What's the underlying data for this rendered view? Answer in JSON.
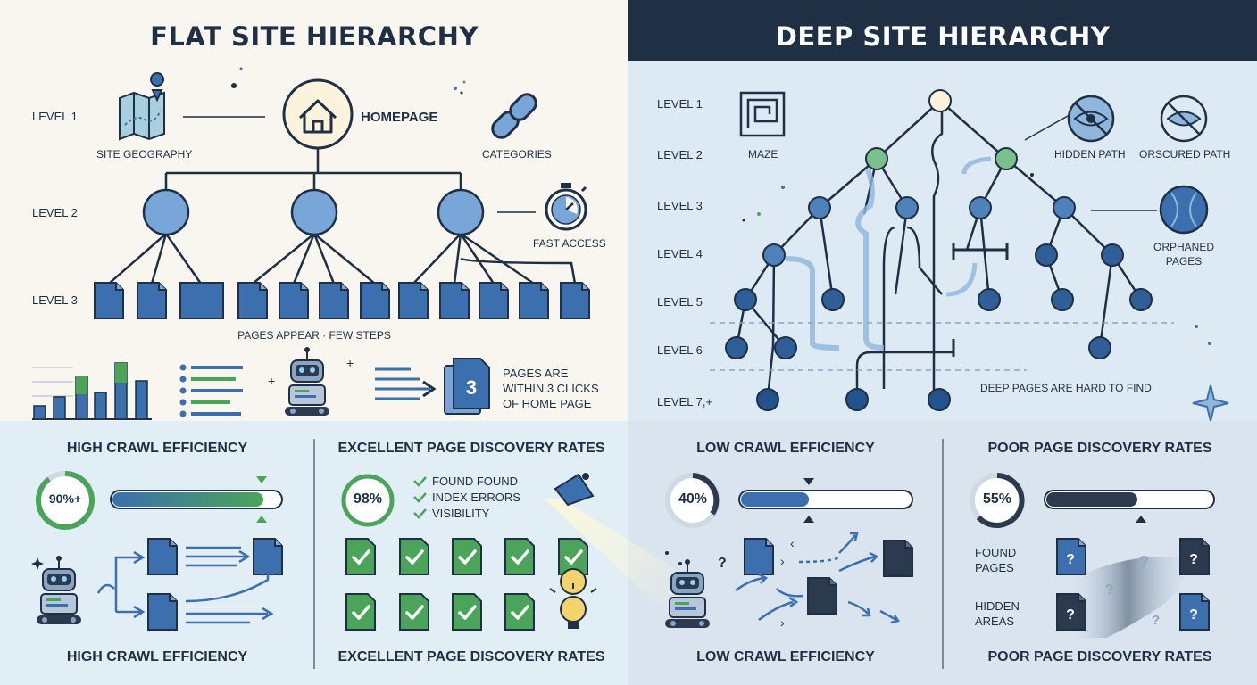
{
  "flat": {
    "title": "FLAT SITE HIERARCHY",
    "levels": [
      "LEVEL 1",
      "LEVEL 2",
      "LEVEL 3"
    ],
    "homepage": "HOMEPAGE",
    "site_geography": "SITE GEOGRAPHY",
    "categories": "CATEGORIES",
    "fast_access": "FAST ACCESS",
    "pages_appear": "PAGES APPEAR · FEW STEPS",
    "clicks_number": "3",
    "clicks_text": [
      "PAGES ARE",
      "WITHIN 3 CLICKS",
      "OF HOME PAGE"
    ]
  },
  "deep": {
    "title": "DEEP SITE HIERARCHY",
    "levels": [
      "LEVEL 1",
      "LEVEL 2",
      "LEVEL 3",
      "LEVEL 4",
      "LEVEL 5",
      "LEVEL 6",
      "LEVEL 7,+"
    ],
    "maze": "MAZE",
    "hidden_path": "HIDDEN PATH",
    "obscured_path": "ORSCURED PATH",
    "orphaned": [
      "ORPHANED",
      "PAGES"
    ],
    "deep_pages": "DEEP PAGES ARE HARD TO FIND"
  },
  "panels": {
    "high_crawl": {
      "title": "HIGH CRAWL EFFICIENCY",
      "percent": "90%+",
      "bar_fill": 0.9,
      "footer": "HIGH CRAWL EFFICIENCY"
    },
    "excellent": {
      "title": "EXCELLENT PAGE DISCOVERY RATES",
      "percent": "98%",
      "checklist": [
        "FOUND FOUND",
        "INDEX ERRORS",
        "VISIBILITY"
      ],
      "footer": "EXCELLENT PAGE DISCOVERY RATES"
    },
    "low_crawl": {
      "title": "LOW CRAWL EFFICIENCY",
      "percent": "40%",
      "bar_fill": 0.4,
      "footer": "LOW CRAWL EFFICIENCY"
    },
    "poor": {
      "title": "POOR PAGE DISCOVERY RATES",
      "percent": "55%",
      "bar_fill": 0.55,
      "found_pages": [
        "FOUND",
        "PAGES"
      ],
      "hidden_areas": [
        "HIDDEN",
        "AREAS"
      ],
      "footer": "POOR PAGE DISCOVERY RATES"
    }
  },
  "colors": {
    "flat_bg": "#f8f6ef",
    "deep_bg": "#dde9f3",
    "header_dark": "#1f2f44",
    "blue": "#3c6fae",
    "green": "#4aa55a"
  }
}
